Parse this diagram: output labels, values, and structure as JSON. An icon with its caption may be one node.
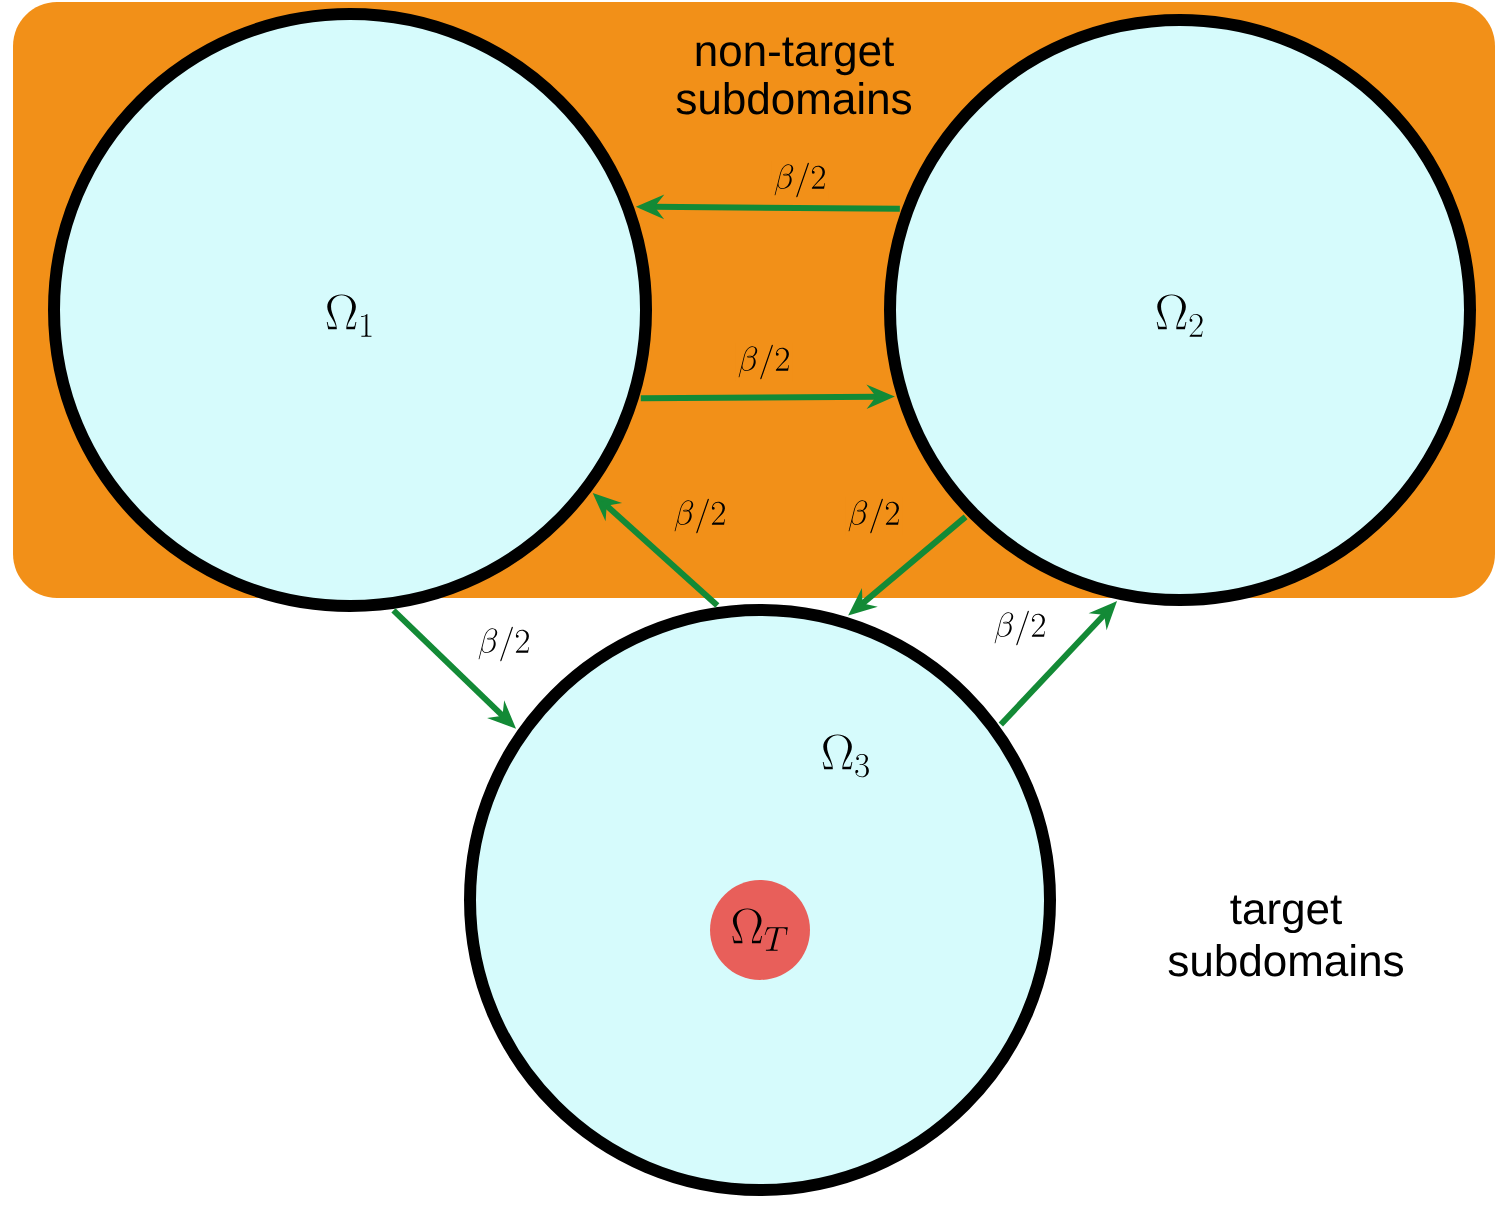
{
  "diagram": {
    "nodes": [
      {
        "text": [
          "non-target subdomains"
        ]
      },
      {
        "text": [
          "\\Omega_1"
        ],
        "in": 0
      },
      {
        "text": [
          "\\Omega_2"
        ],
        "in": 0
      },
      {
        "text": [
          "\\Omega_3"
        ]
      },
      {
        "text": [
          "\\Omega_T"
        ],
        "in": 3
      }
    ],
    "edges": [
      {
        "from": 2,
        "to": 1,
        "arrow": "to",
        "label": "\\beta/2"
      },
      {
        "from": 1,
        "to": 2,
        "arrow": "to",
        "label": "\\beta/2"
      },
      {
        "from": 3,
        "to": 1,
        "arrow": "to",
        "label": "\\beta/2"
      },
      {
        "from": 2,
        "to": 3,
        "arrow": "to",
        "label": "\\beta/2"
      },
      {
        "from": 1,
        "to": 3,
        "arrow": "to",
        "label": "\\beta/2"
      },
      {
        "from": 3,
        "to": 2,
        "arrow": "to",
        "label": "\\beta/2"
      }
    ],
    "labels": [
      "target subdomains"
    ]
  }
}
